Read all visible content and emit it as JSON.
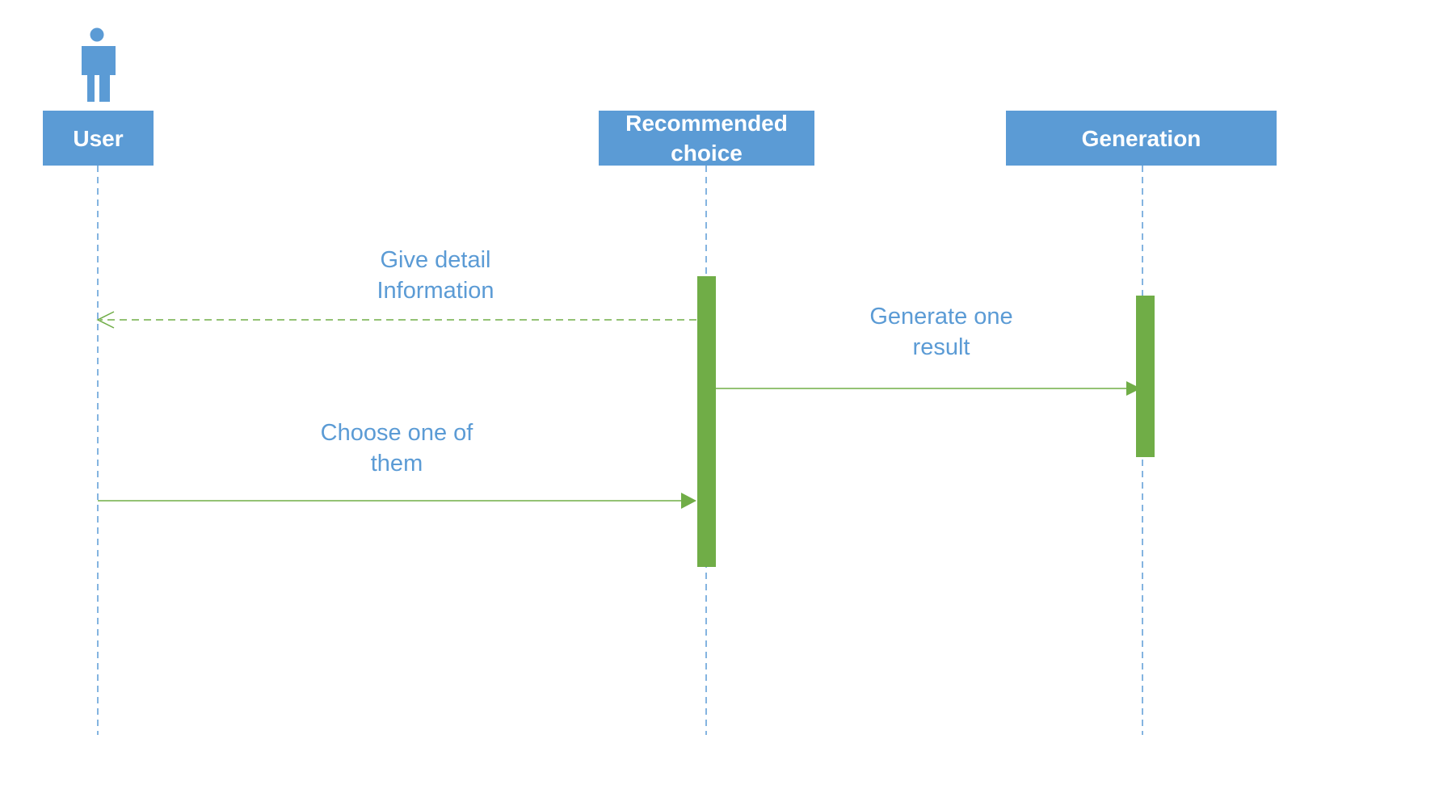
{
  "colors": {
    "lifeline": "#5B9BD5",
    "message": "#70AD47",
    "label": "#5B9BD5",
    "box_text": "#FFFFFF"
  },
  "actor": {
    "icon": "person-icon"
  },
  "lifelines": {
    "user": {
      "line1": "User",
      "line2": ""
    },
    "recommended": {
      "line1": "Recommended",
      "line2": "choice"
    },
    "generation": {
      "line1": "Generation",
      "line2": ""
    }
  },
  "messages": {
    "give_detail": {
      "line1": "Give detail",
      "line2": "Information",
      "style": "dashed-return",
      "from": "Recommended choice",
      "to": "User"
    },
    "generate_one": {
      "line1": "Generate one",
      "line2": "result",
      "style": "solid-sync",
      "from": "Recommended choice",
      "to": "Generation"
    },
    "choose_one": {
      "line1": "Choose one of",
      "line2": "them",
      "style": "solid-sync",
      "from": "User",
      "to": "Recommended choice"
    }
  }
}
